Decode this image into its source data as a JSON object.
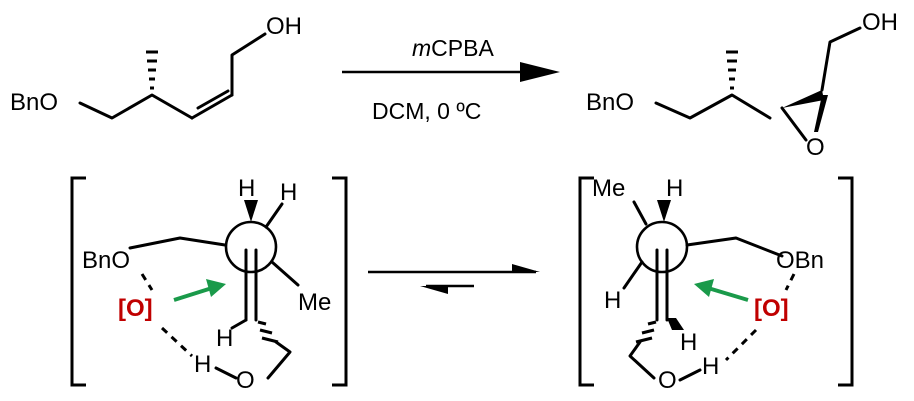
{
  "reaction": {
    "reagent_italic": "m",
    "reagent_rest": "CPBA",
    "conditions": "DCM, 0 ºC"
  },
  "reactant": {
    "oh": "OH",
    "bno": "BnO"
  },
  "product": {
    "oh": "OH",
    "bno": "BnO",
    "epoxide_o": "O"
  },
  "left_ts": {
    "bno": "BnO",
    "oxidant": "[O]",
    "me": "Me",
    "h_top_1": "H",
    "h_top_2": "H",
    "h_mid": "H",
    "h_bottom": "H",
    "o_bottom": "O"
  },
  "right_ts": {
    "obn": "OBn",
    "oxidant": "[O]",
    "me": "Me",
    "h_top": "H",
    "h_left": "H",
    "h_mid": "H",
    "h_bottom": "H",
    "o_bottom": "O"
  },
  "colors": {
    "oxidant": "#c00000",
    "arrow_green": "#1a9a4a",
    "ink": "#000000"
  }
}
